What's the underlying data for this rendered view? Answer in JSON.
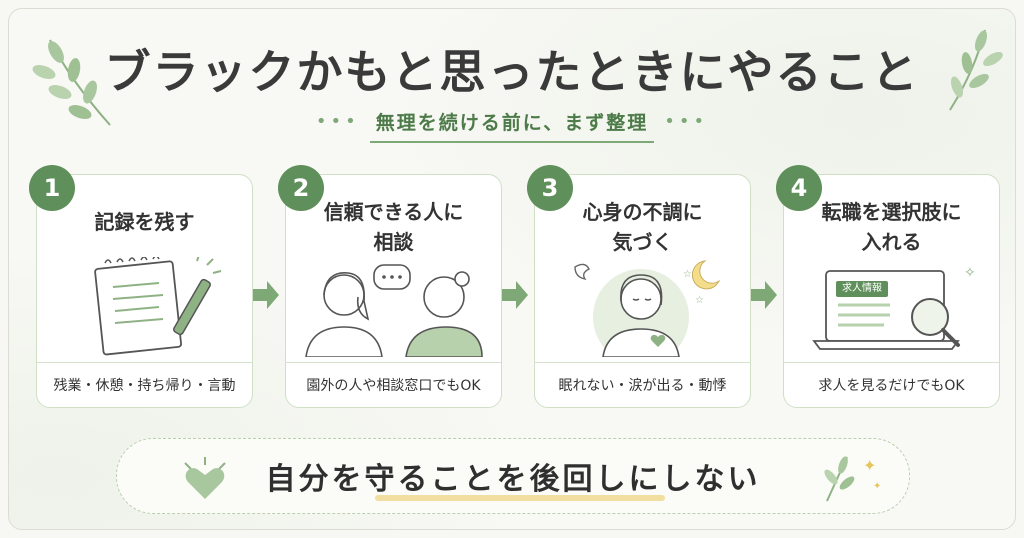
{
  "title": "ブラックかもと思ったときにやること",
  "subtitle": "無理を続ける前に、まず整理",
  "steps": [
    {
      "number": "1",
      "title": "記録を残す",
      "foot": "残業・休憩・持ち帰り・言動"
    },
    {
      "number": "2",
      "title": "信頼できる人に\n相談",
      "foot": "園外の人や相談窓口でもOK"
    },
    {
      "number": "3",
      "title": "心身の不調に\n気づく",
      "foot": "眠れない・涙が出る・動悸"
    },
    {
      "number": "4",
      "title": "転職を選択肢に\n入れる",
      "foot": "求人を見るだけでもOK",
      "screen_label": "求人情報"
    }
  ],
  "bottom_message": "自分を守ることを後回しにしない",
  "colors": {
    "accent": "#5f8f5a",
    "light_green": "#cfe0c6",
    "highlight": "#f1dc96"
  }
}
